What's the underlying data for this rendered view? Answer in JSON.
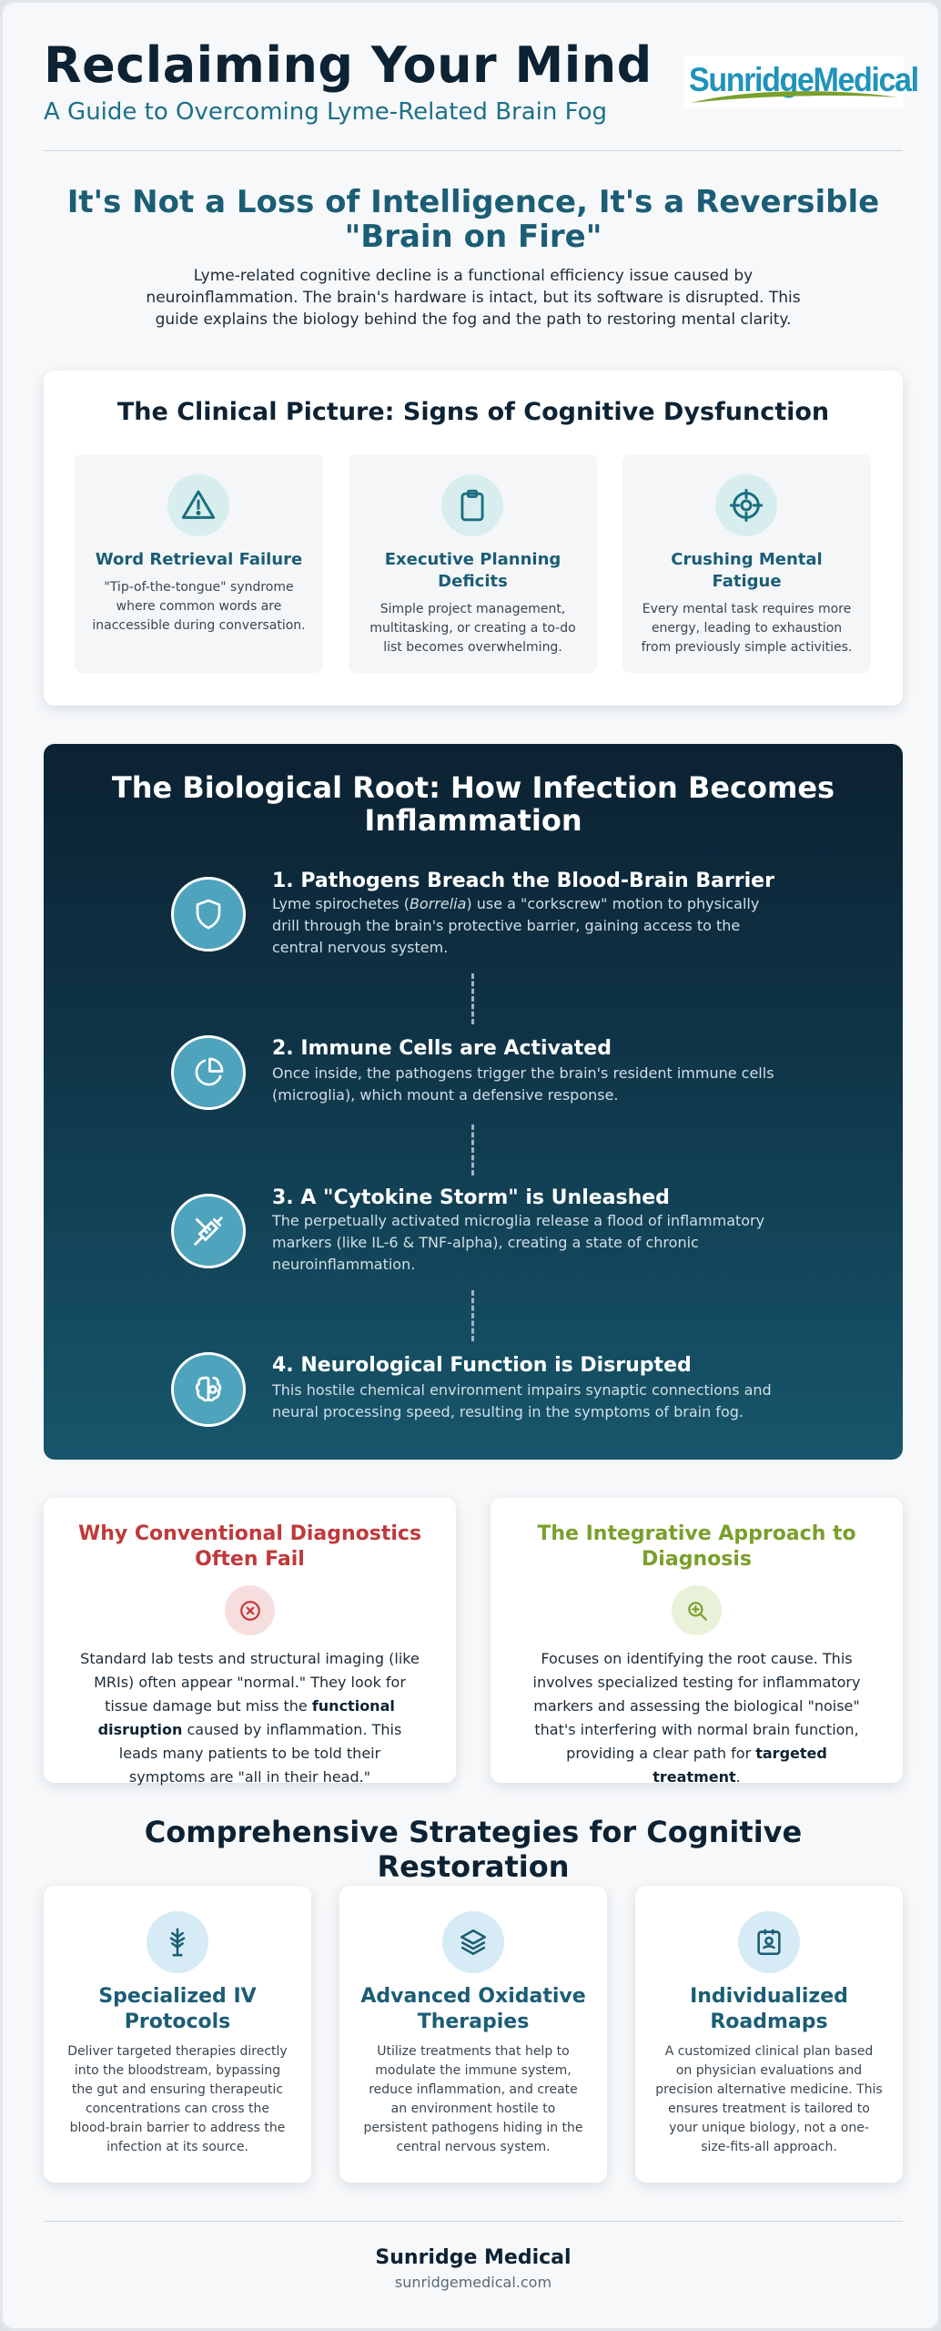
{
  "header": {
    "title": "Reclaiming Your Mind",
    "subtitle": "A Guide to Overcoming Lyme-Related Brain Fog",
    "logo_text": "SunridgeMedical"
  },
  "intro": {
    "heading": "It's Not a Loss of Intelligence, It's a Reversible \"Brain on Fire\"",
    "text": "Lyme-related cognitive decline is a functional efficiency issue caused by neuroinflammation. The brain's hardware is intact, but its software is disrupted. This guide explains the biology behind the fog and the path to restoring mental clarity."
  },
  "clinical": {
    "title": "The Clinical Picture: Signs of Cognitive Dysfunction",
    "signs": [
      {
        "icon": "warning-triangle-icon",
        "title": "Word Retrieval Failure",
        "text": "\"Tip-of-the-tongue\" syndrome where common words are inaccessible during conversation."
      },
      {
        "icon": "clipboard-icon",
        "title": "Executive Planning Deficits",
        "text": "Simple project management, multitasking, or creating a to-do list becomes overwhelming."
      },
      {
        "icon": "crosshair-icon",
        "title": "Crushing Mental Fatigue",
        "text": "Every mental task requires more energy, leading to exhaustion from previously simple activities."
      }
    ]
  },
  "biology": {
    "title": "The Biological Root: How Infection Becomes Inflammation",
    "steps": [
      {
        "icon": "shield-icon",
        "title": "1. Pathogens Breach the Blood-Brain Barrier",
        "text_before": "Lyme spirochetes (",
        "text_em": "Borrelia",
        "text_after": ") use a \"corkscrew\" motion to physically drill through the brain's protective barrier, gaining access to the central nervous system."
      },
      {
        "icon": "pie-chart-icon",
        "title": "2. Immune Cells are Activated",
        "text": "Once inside, the pathogens trigger the brain's resident immune cells (microglia), which mount a defensive response."
      },
      {
        "icon": "syringe-icon",
        "title": "3. A \"Cytokine Storm\" is Unleashed",
        "text": "The perpetually activated microglia release a flood of inflammatory markers (like IL-6 & TNF-alpha), creating a state of chronic neuroinflammation."
      },
      {
        "icon": "brain-icon",
        "title": "4. Neurological Function is Disrupted",
        "text": "This hostile chemical environment impairs synaptic connections and neural processing speed, resulting in the symptoms of brain fog."
      }
    ]
  },
  "diagnostics": {
    "conventional": {
      "title": "Why Conventional Diagnostics Often Fail",
      "icon": "x-circle-icon",
      "color": "#c0393b",
      "text_before": "Standard lab tests and structural imaging (like MRIs) often appear \"normal.\" They look for tissue damage but miss the ",
      "text_strong": "functional disruption",
      "text_after": " caused by inflammation. This leads many patients to be told their symptoms are \"all in their head.\""
    },
    "integrative": {
      "title": "The Integrative Approach to Diagnosis",
      "icon": "zoom-in-icon",
      "color": "#7a9f2c",
      "text_before": "Focuses on identifying the root cause. This involves specialized testing for inflammatory markers and assessing the biological \"noise\" that's interfering with normal brain function, providing a clear path for ",
      "text_strong": "targeted treatment",
      "text_after": "."
    }
  },
  "strategies": {
    "heading": "Comprehensive Strategies for Cognitive Restoration",
    "items": [
      {
        "icon": "iv-drip-icon",
        "title": "Specialized IV Protocols",
        "text": "Deliver targeted therapies directly into the bloodstream, bypassing the gut and ensuring therapeutic concentrations can cross the blood-brain barrier to address the infection at its source."
      },
      {
        "icon": "layers-icon",
        "title": "Advanced Oxidative Therapies",
        "text": "Utilize treatments that help to modulate the immune system, reduce inflammation, and create an environment hostile to persistent pathogens hiding in the central nervous system."
      },
      {
        "icon": "id-badge-icon",
        "title": "Individualized Roadmaps",
        "text": "A customized clinical plan based on physician evaluations and precision alternative medicine. This ensures treatment is tailored to your unique biology, not a one-size-fits-all approach."
      }
    ]
  },
  "footer": {
    "name": "Sunridge Medical",
    "url": "sunridgemedical.com"
  },
  "colors": {
    "teal": "#1b5d75",
    "navy": "#0d2233",
    "step_circle": "#4ea3bd"
  }
}
